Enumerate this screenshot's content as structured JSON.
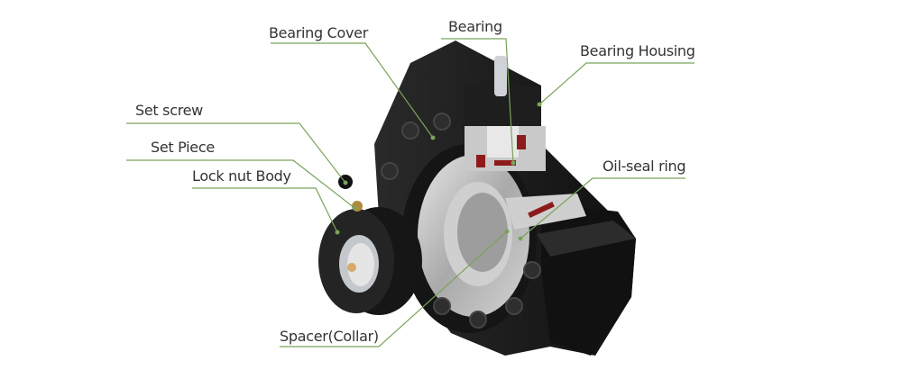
{
  "labels": {
    "bearing_cover": "Bearing Cover",
    "bearing": "Bearing",
    "bearing_housing": "Bearing Housing",
    "set_screw": "Set screw",
    "set_piece": "Set Piece",
    "lock_nut_body": "Lock nut Body",
    "oil_seal_ring": "Oil-seal ring",
    "spacer_collar": "Spacer(Collar)"
  },
  "colors": {
    "leader": "#7aa35a",
    "body": "#1c1c1c",
    "steel": "#b8b8b8",
    "seal": "#8e1b1b"
  }
}
